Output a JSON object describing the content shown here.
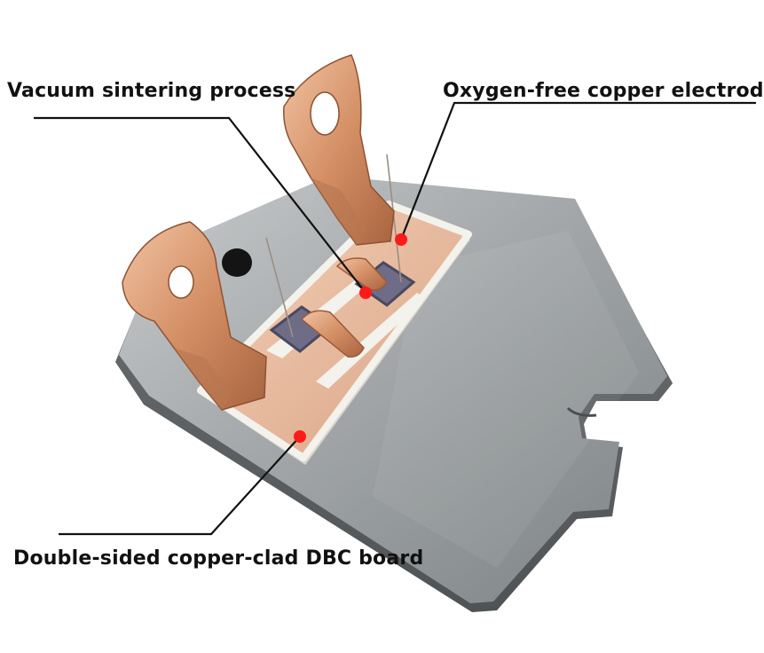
{
  "labels": {
    "vacuum": "Vacuum sintering process",
    "oxygen": "Oxygen-free copper electrode",
    "dbc": "Double-sided copper-clad DBC board"
  },
  "colors": {
    "marker": "#ff1a1a",
    "aluminum": "#9a9ea0",
    "copper": "#d9946a",
    "ceramic": "#f1f0ea",
    "leader": "#111111"
  }
}
